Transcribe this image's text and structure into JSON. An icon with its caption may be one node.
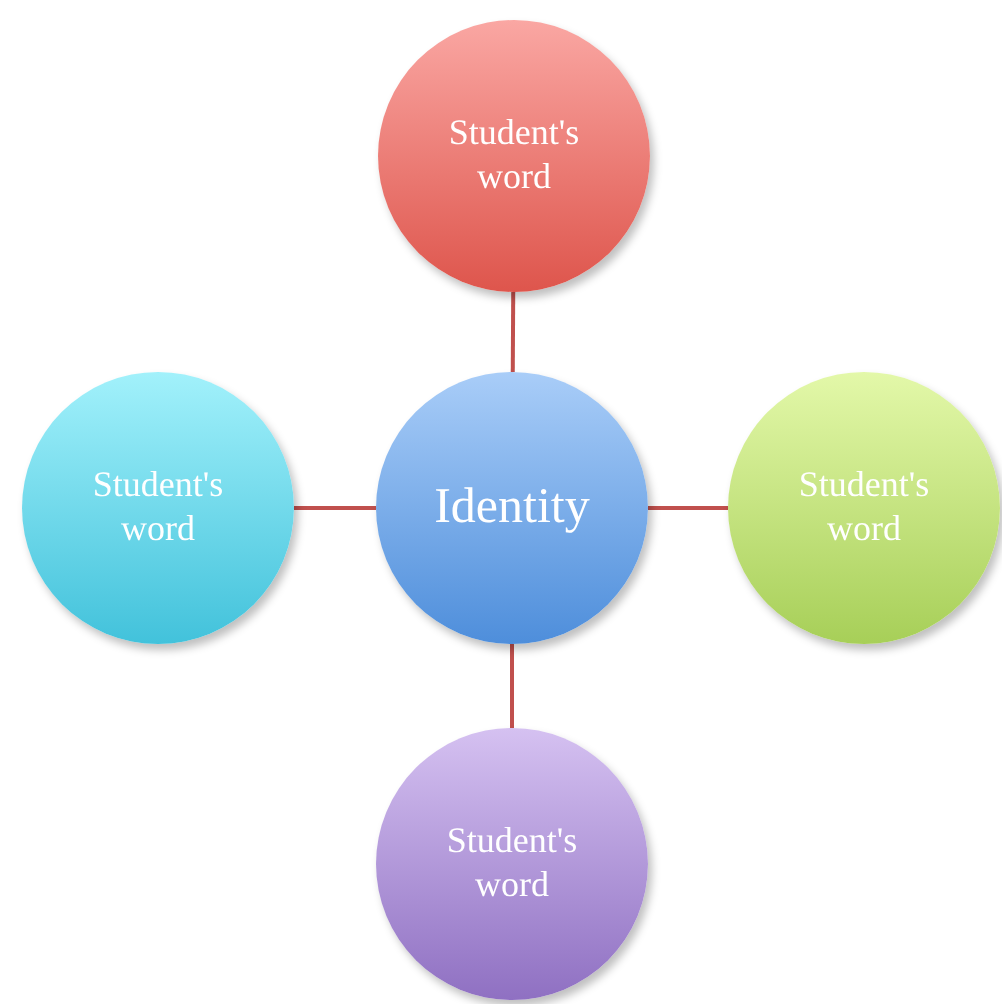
{
  "diagram": {
    "nodes": [
      {
        "text": [
          "Identity"
        ]
      },
      {
        "text": [
          "Student's word"
        ]
      },
      {
        "text": [
          "Student's word"
        ]
      },
      {
        "text": [
          "Student's word"
        ]
      },
      {
        "text": [
          "Student's word"
        ]
      }
    ],
    "edges": [
      {
        "from": 0,
        "to": 1,
        "arrow": "none"
      },
      {
        "from": 0,
        "to": 2,
        "arrow": "none"
      },
      {
        "from": 0,
        "to": 3,
        "arrow": "none"
      },
      {
        "from": 0,
        "to": 4,
        "arrow": "none"
      }
    ]
  }
}
